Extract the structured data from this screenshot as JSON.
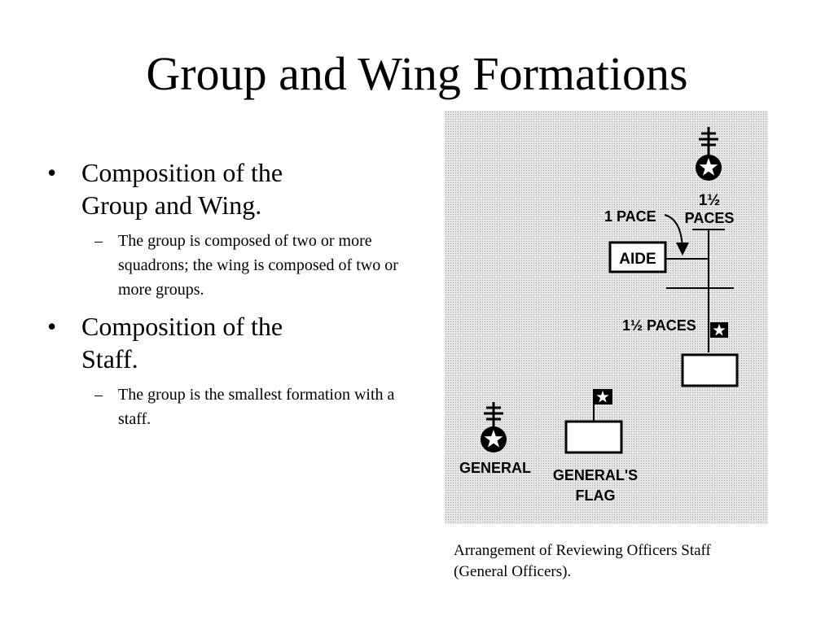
{
  "slide": {
    "title": "Group and Wing Formations"
  },
  "bullets": [
    {
      "mark": "•",
      "text": "Composition of the Group and Wing.",
      "sub": {
        "mark": "–",
        "text": "The group is composed of two or more squadrons; the wing is composed of two or more groups."
      }
    },
    {
      "mark": "•",
      "text": "Composition of the Staff.",
      "sub": {
        "mark": "–",
        "text": "The group is the smallest formation with a staff."
      }
    }
  ],
  "figure": {
    "labels": {
      "one_pace": "1 PACE",
      "one_half": "1½",
      "paces": "PACES",
      "aide": "AIDE",
      "one_half_paces": "1½ PACES",
      "general": "GENERAL",
      "generals": "GENERAL'S",
      "flag": "FLAG"
    }
  },
  "caption": "Arrangement of Reviewing Officers Staff (General Officers)."
}
